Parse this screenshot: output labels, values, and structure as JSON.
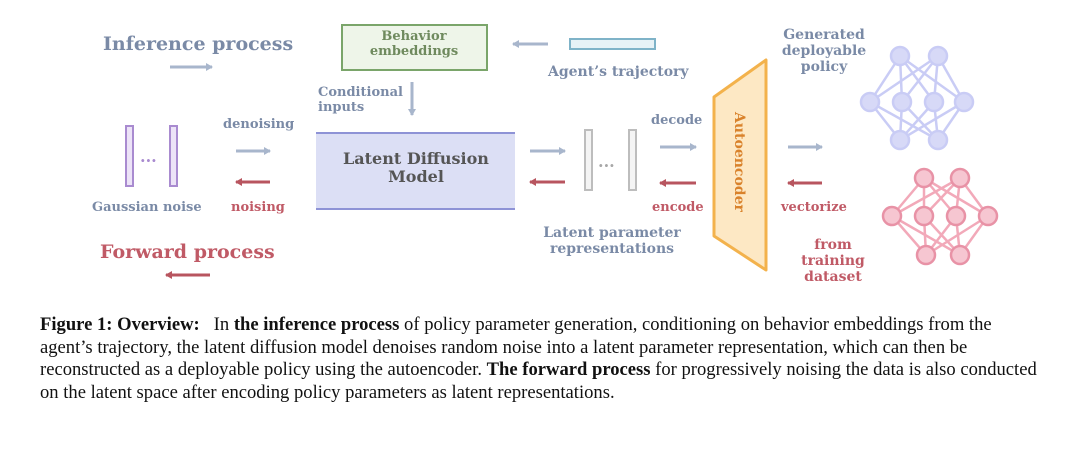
{
  "figure": {
    "labels": {
      "inference_process": "Inference process",
      "forward_process": "Forward process",
      "behavior_embeddings": "Behavior embeddings",
      "agents_trajectory": "Agent’s trajectory",
      "generated_policy": "Generated deployable policy",
      "conditional_inputs": "Conditional inputs",
      "denoising": "denoising",
      "noising": "noising",
      "gaussian_noise": "Gaussian noise",
      "latent_diffusion_model": "Latent Diffusion Model",
      "decode": "decode",
      "encode": "encode",
      "autoencoder": "Autoencoder",
      "vectorize": "vectorize",
      "latent_param_repr": "Latent parameter representations",
      "from_training_dataset": "from training dataset",
      "ellipsis": "···"
    },
    "colors": {
      "blue_text": "#7a8aa6",
      "red_text": "#c05a66",
      "arrow_blue": "#a8b6cc",
      "arrow_red": "#b8555f",
      "ldm_fill": "#dcdff5",
      "ldm_line": "#8e93d6",
      "green_box": "#7aa56a",
      "trajectory_box": "#7fb3c8",
      "purple_bar": "#a98bd0",
      "autoencoder_fill": "#fde8c4",
      "autoencoder_stroke": "#f3b24c",
      "net_blue": "#c9ccf5",
      "net_pink": "#f2a9b9"
    }
  },
  "caption": {
    "figure_label": "Figure 1: Overview:",
    "t1": "In ",
    "b1": "the inference process",
    "t2": " of policy parameter generation, conditioning on behavior embeddings from the agent’s trajectory, the latent diffusion model denoises random noise into a latent parameter representation, which can then be reconstructed as a deployable policy using the autoencoder. ",
    "b2": "The forward process",
    "t3": " for progressively noising the data is also conducted on the latent space after encoding policy parameters as latent representations."
  }
}
